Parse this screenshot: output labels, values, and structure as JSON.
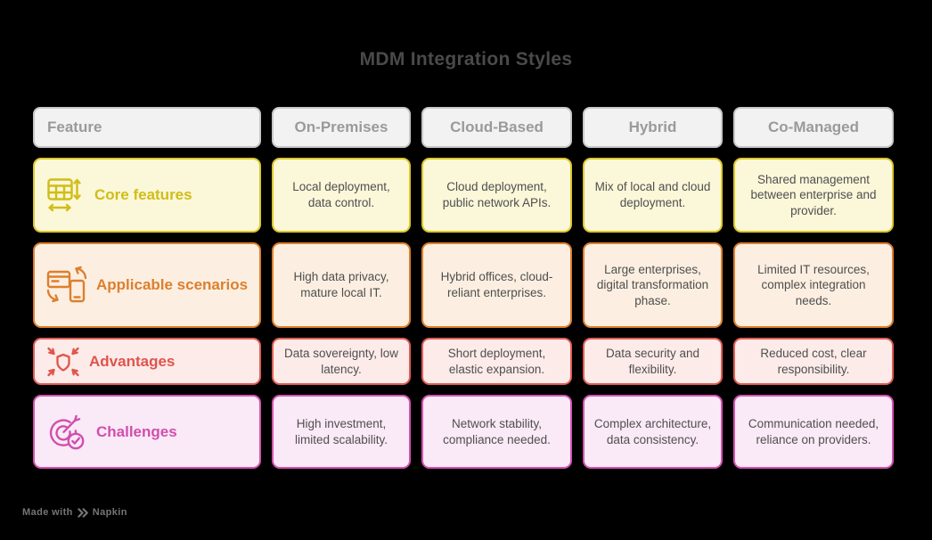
{
  "title": "MDM Integration Styles",
  "table": {
    "feature_header": "Feature",
    "columns": [
      "On-Premises",
      "Cloud-Based",
      "Hybrid",
      "Co-Managed"
    ],
    "rows": [
      {
        "label": "Core features",
        "icon": "table-resize-icon",
        "accent": "#dcc72b",
        "background": "#fbf7d9",
        "cells": [
          "Local deployment, data control.",
          "Cloud deployment, public network APIs.",
          "Mix of local and cloud deployment.",
          "Shared management between enterprise and provider."
        ]
      },
      {
        "label": "Applicable scenarios",
        "icon": "device-sync-icon",
        "accent": "#dd7f2e",
        "background": "#fcefe1",
        "cells": [
          "High data privacy, mature local IT.",
          "Hybrid offices, cloud-reliant enterprises.",
          "Large enterprises, digital transformation phase.",
          "Limited IT resources, complex integration needs."
        ]
      },
      {
        "label": "Advantages",
        "icon": "shield-converge-icon",
        "accent": "#e25d55",
        "background": "#fcebe9",
        "cells": [
          "Data sovereignty, low latency.",
          "Short deployment, elastic expansion.",
          "Data security and flexibility.",
          "Reduced cost, clear responsibility."
        ]
      },
      {
        "label": "Challenges",
        "icon": "target-dart-check-icon",
        "accent": "#d453ae",
        "background": "#fae9f6",
        "cells": [
          "High investment, limited scalability.",
          "Network stability, compliance needed.",
          "Complex architecture, data consistency.",
          "Communication needed, reliance on providers."
        ]
      }
    ]
  },
  "watermark": {
    "prefix": "Made with",
    "brand": "Napkin",
    "logo": "napkin-logo-icon"
  },
  "colors": {
    "page_background": "#000000",
    "title_text": "#4a4a4a",
    "header_background": "#f2f2f2",
    "header_border": "#c7c7c7",
    "header_text": "#9a9a9a",
    "cell_text": "#4f4f4f",
    "watermark_text": "#757575"
  }
}
